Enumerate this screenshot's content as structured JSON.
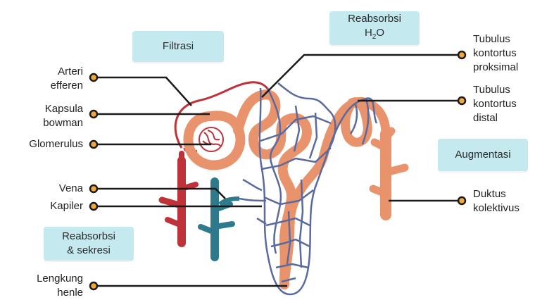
{
  "labels_left": {
    "arteri_efferen": [
      "Arteri",
      "efferen"
    ],
    "kapsula_bowman": [
      "Kapsula",
      "bowman"
    ],
    "glomerulus": [
      "Glomerulus"
    ],
    "vena": [
      "Vena"
    ],
    "kapiler": [
      "Kapiler"
    ],
    "lengkung_henle": [
      "Lengkung",
      "henle"
    ]
  },
  "labels_right": {
    "tubulus_proksimal": [
      "Tubulus",
      "kontortus",
      "proksimal"
    ],
    "tubulus_distal": [
      "Tubulus",
      "kontortus",
      "distal"
    ],
    "duktus_kolektivus": [
      "Duktus",
      "kolektivus"
    ]
  },
  "process_boxes": {
    "filtrasi": "Filtrasi",
    "reabsorbsi_h2o_line1": "Reabsorbsi",
    "reabsorbsi_h2o_h": "H",
    "reabsorbsi_h2o_sub": "2",
    "reabsorbsi_h2o_o": "O",
    "augmentasi": "Augmentasi",
    "reabsorbsi_sekresi_line1": "Reabsorbsi",
    "reabsorbsi_sekresi_line2": "& sekresi"
  },
  "colors": {
    "tubule": "#e8936b",
    "artery": "#c0323a",
    "vein": "#2e7a8c",
    "capillary": "#5a6a9e",
    "box_fill": "#c4eaf0",
    "leader_line": "#1a1a1a",
    "dot_fill": "#f2a93b"
  }
}
